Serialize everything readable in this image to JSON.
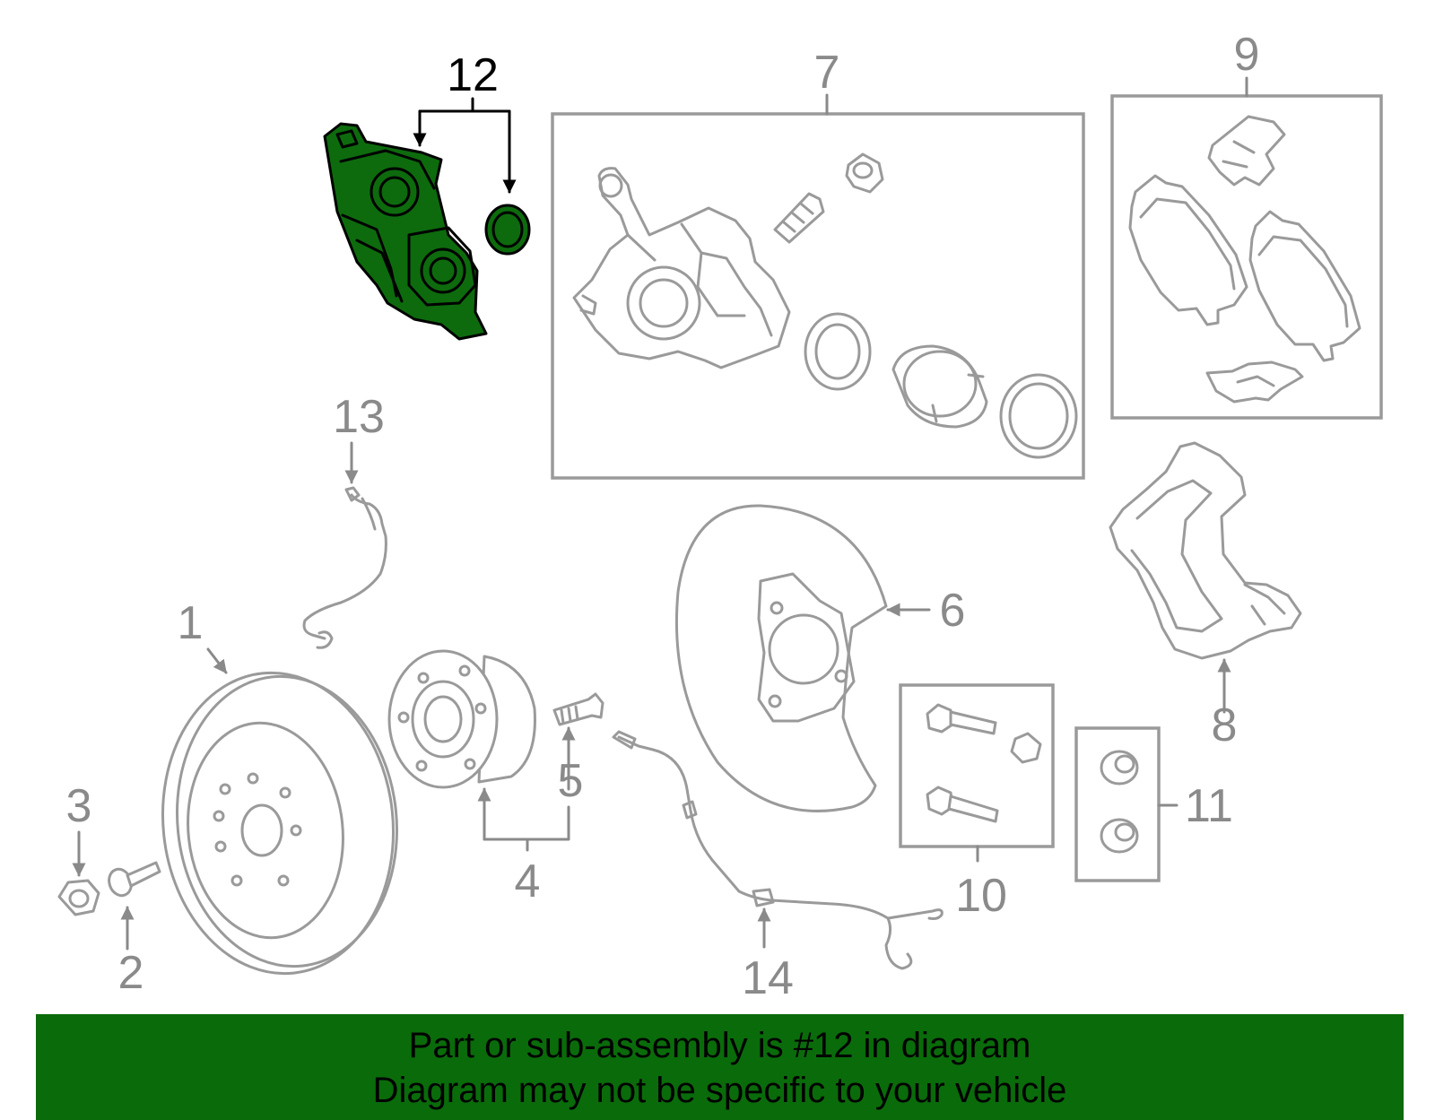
{
  "diagram": {
    "highlight_color": "#0d6b0d",
    "callouts": {
      "c1": "1",
      "c2": "2",
      "c3": "3",
      "c4": "4",
      "c5": "5",
      "c6": "6",
      "c7": "7",
      "c8": "8",
      "c9": "9",
      "c10": "10",
      "c11": "11",
      "c12": "12",
      "c13": "13",
      "c14": "14"
    }
  },
  "banner": {
    "line1": "Part or sub-assembly is #12 in diagram",
    "line2": "Diagram may not be specific to your vehicle",
    "background": "#0a6b0a"
  }
}
